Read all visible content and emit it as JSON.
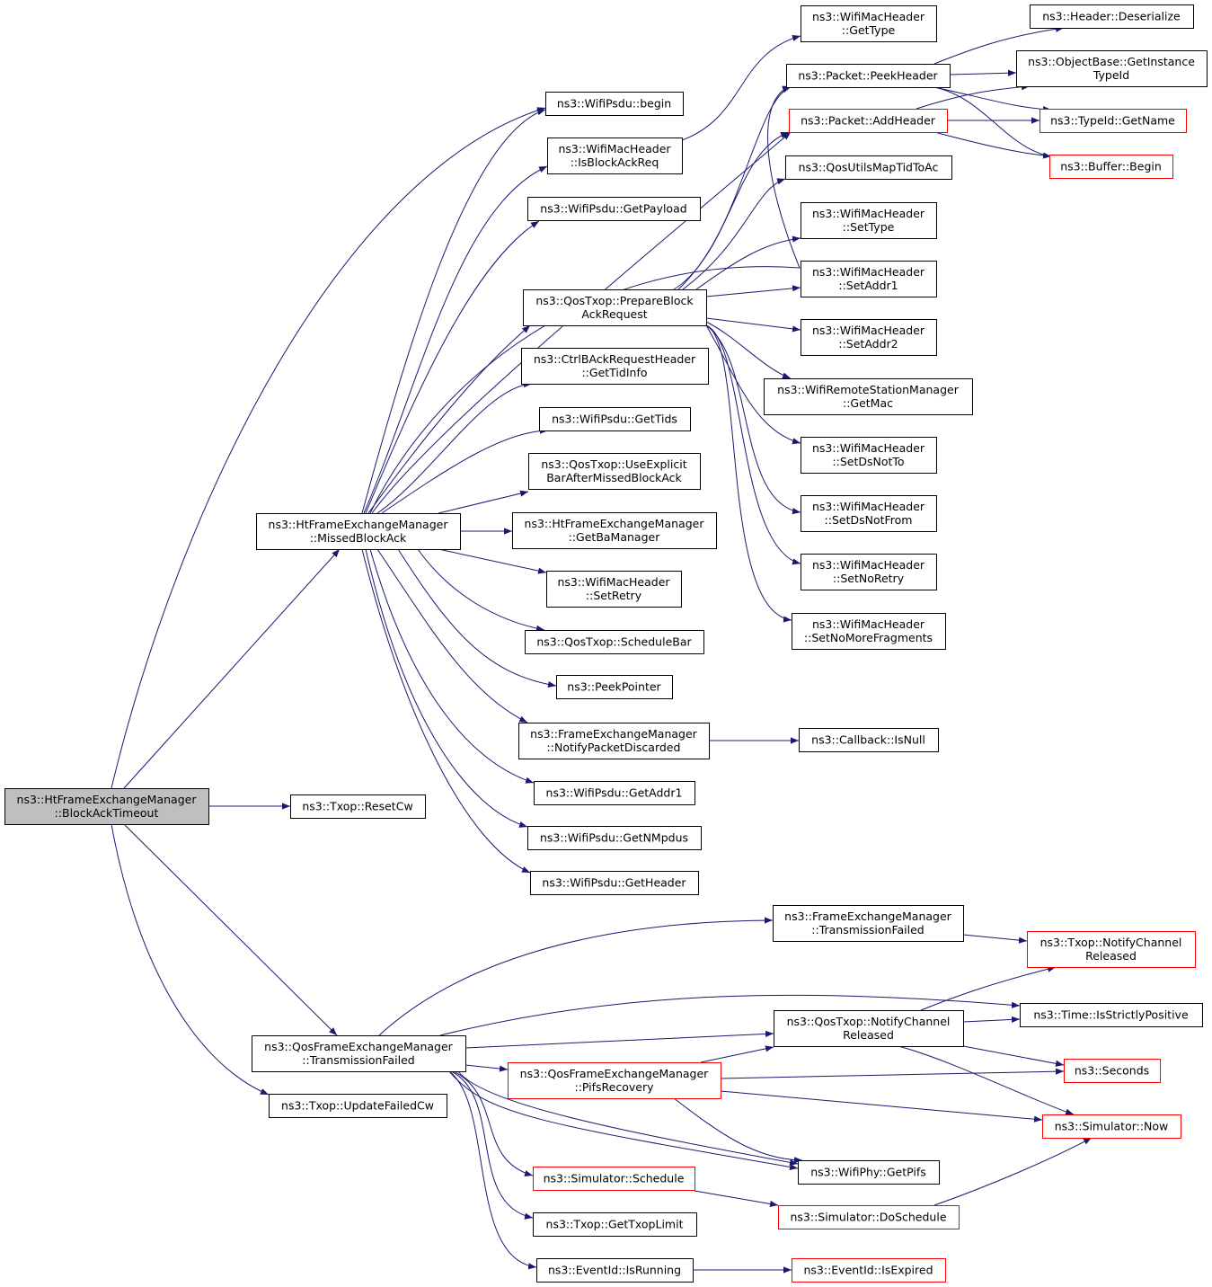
{
  "diagram": {
    "edge_color": "#191970",
    "root_fill": "#bfbfbf",
    "highlight_border": "#ff0000",
    "nodes": [
      {
        "id": "root",
        "lines": [
          "ns3::HtFrameExchangeManager",
          "::BlockAckTimeout"
        ],
        "style": "root"
      },
      {
        "id": "missedBA",
        "lines": [
          "ns3::HtFrameExchangeManager",
          "::MissedBlockAck"
        ],
        "style": "normal"
      },
      {
        "id": "resetCw",
        "lines": [
          "ns3::Txop::ResetCw"
        ],
        "style": "normal"
      },
      {
        "id": "qosTxFail",
        "lines": [
          "ns3::QosFrameExchangeManager",
          "::TransmissionFailed"
        ],
        "style": "normal"
      },
      {
        "id": "updFailCw",
        "lines": [
          "ns3::Txop::UpdateFailedCw"
        ],
        "style": "normal"
      },
      {
        "id": "psduBegin",
        "lines": [
          "ns3::WifiPsdu::begin"
        ],
        "style": "normal"
      },
      {
        "id": "isBAR",
        "lines": [
          "ns3::WifiMacHeader",
          "::IsBlockAckReq"
        ],
        "style": "normal"
      },
      {
        "id": "getPayload",
        "lines": [
          "ns3::WifiPsdu::GetPayload"
        ],
        "style": "normal"
      },
      {
        "id": "prepBAR",
        "lines": [
          "ns3::QosTxop::PrepareBlock",
          "AckRequest"
        ],
        "style": "normal"
      },
      {
        "id": "getTidInfo",
        "lines": [
          "ns3::CtrlBAckRequestHeader",
          "::GetTidInfo"
        ],
        "style": "normal"
      },
      {
        "id": "getTids",
        "lines": [
          "ns3::WifiPsdu::GetTids"
        ],
        "style": "normal"
      },
      {
        "id": "useExplicit",
        "lines": [
          "ns3::QosTxop::UseExplicit",
          "BarAfterMissedBlockAck"
        ],
        "style": "normal"
      },
      {
        "id": "getBaMgr",
        "lines": [
          "ns3::HtFrameExchangeManager",
          "::GetBaManager"
        ],
        "style": "normal"
      },
      {
        "id": "setRetry",
        "lines": [
          "ns3::WifiMacHeader",
          "::SetRetry"
        ],
        "style": "normal"
      },
      {
        "id": "schedBar",
        "lines": [
          "ns3::QosTxop::ScheduleBar"
        ],
        "style": "normal"
      },
      {
        "id": "peekPtr",
        "lines": [
          "ns3::PeekPointer"
        ],
        "style": "normal"
      },
      {
        "id": "notifyDisc",
        "lines": [
          "ns3::FrameExchangeManager",
          "::NotifyPacketDiscarded"
        ],
        "style": "normal"
      },
      {
        "id": "getAddr1",
        "lines": [
          "ns3::WifiPsdu::GetAddr1"
        ],
        "style": "normal"
      },
      {
        "id": "getNMpdus",
        "lines": [
          "ns3::WifiPsdu::GetNMpdus"
        ],
        "style": "normal"
      },
      {
        "id": "getHeader",
        "lines": [
          "ns3::WifiPsdu::GetHeader"
        ],
        "style": "normal"
      },
      {
        "id": "getType",
        "lines": [
          "ns3::WifiMacHeader",
          "::GetType"
        ],
        "style": "normal"
      },
      {
        "id": "peekHdr",
        "lines": [
          "ns3::Packet::PeekHeader"
        ],
        "style": "normal"
      },
      {
        "id": "addHdr",
        "lines": [
          "ns3::Packet::AddHeader"
        ],
        "style": "red"
      },
      {
        "id": "mapTid",
        "lines": [
          "ns3::QosUtilsMapTidToAc"
        ],
        "style": "normal"
      },
      {
        "id": "setType",
        "lines": [
          "ns3::WifiMacHeader",
          "::SetType"
        ],
        "style": "normal"
      },
      {
        "id": "setAddr1",
        "lines": [
          "ns3::WifiMacHeader",
          "::SetAddr1"
        ],
        "style": "normal"
      },
      {
        "id": "setAddr2",
        "lines": [
          "ns3::WifiMacHeader",
          "::SetAddr2"
        ],
        "style": "normal"
      },
      {
        "id": "getMac",
        "lines": [
          "ns3::WifiRemoteStationManager",
          "::GetMac"
        ],
        "style": "normal"
      },
      {
        "id": "dsNotTo",
        "lines": [
          "ns3::WifiMacHeader",
          "::SetDsNotTo"
        ],
        "style": "normal"
      },
      {
        "id": "dsNotFrom",
        "lines": [
          "ns3::WifiMacHeader",
          "::SetDsNotFrom"
        ],
        "style": "normal"
      },
      {
        "id": "noRetry",
        "lines": [
          "ns3::WifiMacHeader",
          "::SetNoRetry"
        ],
        "style": "normal"
      },
      {
        "id": "noMoreFrag",
        "lines": [
          "ns3::WifiMacHeader",
          "::SetNoMoreFragments"
        ],
        "style": "normal"
      },
      {
        "id": "isNull",
        "lines": [
          "ns3::Callback::IsNull"
        ],
        "style": "normal"
      },
      {
        "id": "hdrDeser",
        "lines": [
          "ns3::Header::Deserialize"
        ],
        "style": "normal"
      },
      {
        "id": "objInst",
        "lines": [
          "ns3::ObjectBase::GetInstance",
          "TypeId"
        ],
        "style": "normal"
      },
      {
        "id": "typeName",
        "lines": [
          "ns3::TypeId::GetName"
        ],
        "style": "red"
      },
      {
        "id": "bufBegin",
        "lines": [
          "ns3::Buffer::Begin"
        ],
        "style": "red"
      },
      {
        "id": "femTxFail",
        "lines": [
          "ns3::FrameExchangeManager",
          "::TransmissionFailed"
        ],
        "style": "normal"
      },
      {
        "id": "txopNotify",
        "lines": [
          "ns3::Txop::NotifyChannel",
          "Released"
        ],
        "style": "red"
      },
      {
        "id": "strictPos",
        "lines": [
          "ns3::Time::IsStrictlyPositive"
        ],
        "style": "normal"
      },
      {
        "id": "qosNotify",
        "lines": [
          "ns3::QosTxop::NotifyChannel",
          "Released"
        ],
        "style": "normal"
      },
      {
        "id": "pifsRec",
        "lines": [
          "ns3::QosFrameExchangeManager",
          "::PifsRecovery"
        ],
        "style": "red"
      },
      {
        "id": "seconds",
        "lines": [
          "ns3::Seconds"
        ],
        "style": "red"
      },
      {
        "id": "simNow",
        "lines": [
          "ns3::Simulator::Now"
        ],
        "style": "red"
      },
      {
        "id": "getPifs",
        "lines": [
          "ns3::WifiPhy::GetPifs"
        ],
        "style": "normal"
      },
      {
        "id": "simSched",
        "lines": [
          "ns3::Simulator::Schedule"
        ],
        "style": "red"
      },
      {
        "id": "doSched",
        "lines": [
          "ns3::Simulator::DoSchedule"
        ],
        "style": "red"
      },
      {
        "id": "txopLimit",
        "lines": [
          "ns3::Txop::GetTxopLimit"
        ],
        "style": "normal"
      },
      {
        "id": "isRunning",
        "lines": [
          "ns3::EventId::IsRunning"
        ],
        "style": "normal"
      },
      {
        "id": "isExpired",
        "lines": [
          "ns3::EventId::IsExpired"
        ],
        "style": "red"
      }
    ]
  }
}
